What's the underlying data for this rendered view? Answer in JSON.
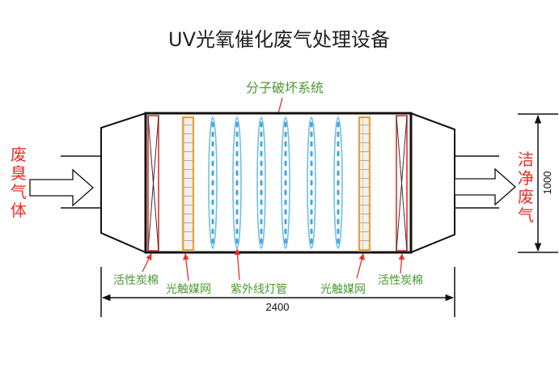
{
  "title": "UV光氧催化废气处理设备",
  "labels": {
    "molecular_destruction": "分子破坏系统",
    "inlet": "废臭气体",
    "outlet": "洁净废气",
    "carbon_left": "活性炭棉",
    "mesh_left": "光触媒网",
    "uv_lamp": "紫外线灯管",
    "mesh_right": "光触媒网",
    "carbon_right": "活性炭棉"
  },
  "dimensions": {
    "height": "1000",
    "length": "2400"
  },
  "colors": {
    "title": "#222222",
    "label_green": "#4a9a2e",
    "pointer_red": "#e8302a",
    "uv_lamp_blue": "#6ec0e8",
    "photocatalyst_orange": "#e8a040",
    "outline_black": "#111111"
  }
}
